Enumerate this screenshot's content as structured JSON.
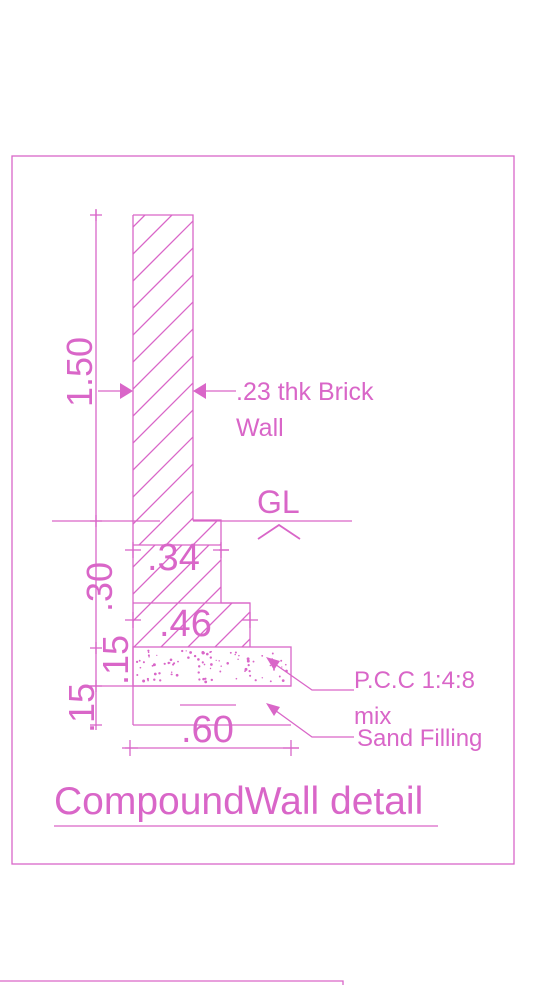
{
  "drawing": {
    "title": "CompoundWall detail",
    "color": "#d966c8",
    "labels": {
      "wall_height": "1.50",
      "brick_wall_line1": ".23 thk Brick",
      "brick_wall_line2": "Wall",
      "ground_level": "GL",
      "step1_width": ".34",
      "step2_width": ".46",
      "base_width": ".60",
      "dim_30": ".30",
      "dim_15_upper": ".15",
      "dim_15_lower": ".15",
      "pcc_line1": "P.C.C 1:4:8",
      "pcc_line2": "mix",
      "sand_filling": "Sand Filling"
    }
  }
}
